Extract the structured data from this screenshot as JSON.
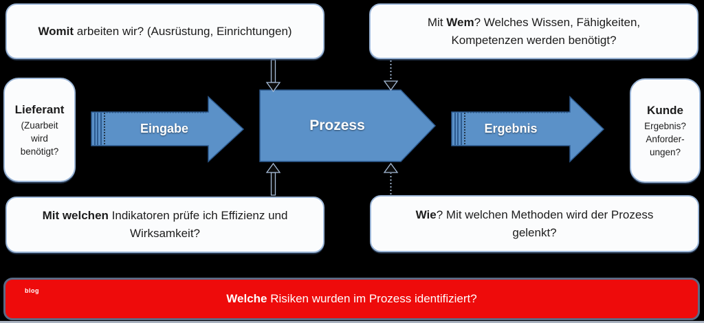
{
  "colors": {
    "shape_blue": "#5b91c8",
    "shape_blue_dark": "#2d5b90",
    "box_bg": "#fbfcfd",
    "box_border": "#9db7d8",
    "text_dark": "#1c1c1c",
    "banner_red": "#ee0b0b",
    "banner_border": "#5c6a85",
    "connector": "#a6bcd8",
    "strip": "#a9b2c0"
  },
  "boxes": {
    "top_left": {
      "bold": "Womit",
      "rest": " arbeiten wir? (Ausrüstung, Einrichtungen)"
    },
    "top_right": {
      "pre": "Mit ",
      "bold": "Wem",
      "rest1": "? Welches Wissen, Fähigkeiten,",
      "line2": "Kompetenzen werden benötigt?"
    },
    "supplier": {
      "title": "Lieferant",
      "line1": "(Zuarbeit",
      "line2": "wird",
      "line3": "benötigt?"
    },
    "customer": {
      "title": "Kunde",
      "line1": "Ergebnis?",
      "line2": "Anforder-",
      "line3": "ungen?"
    },
    "bottom_left": {
      "bold": "Mit welchen",
      "rest1": " Indikatoren prüfe ich Effizienz und",
      "line2": "Wirksamkeit?"
    },
    "bottom_right": {
      "bold": "Wie",
      "rest1": "? Mit welchen Methoden wird der Prozess",
      "line2": "gelenkt?"
    }
  },
  "shapes": {
    "input_label": "Eingabe",
    "process_label": "Prozess",
    "output_label": "Ergebnis"
  },
  "banner": {
    "watermark": "blog",
    "bold": "Welche",
    "rest": " Risiken wurden im Prozess identifiziert?"
  }
}
